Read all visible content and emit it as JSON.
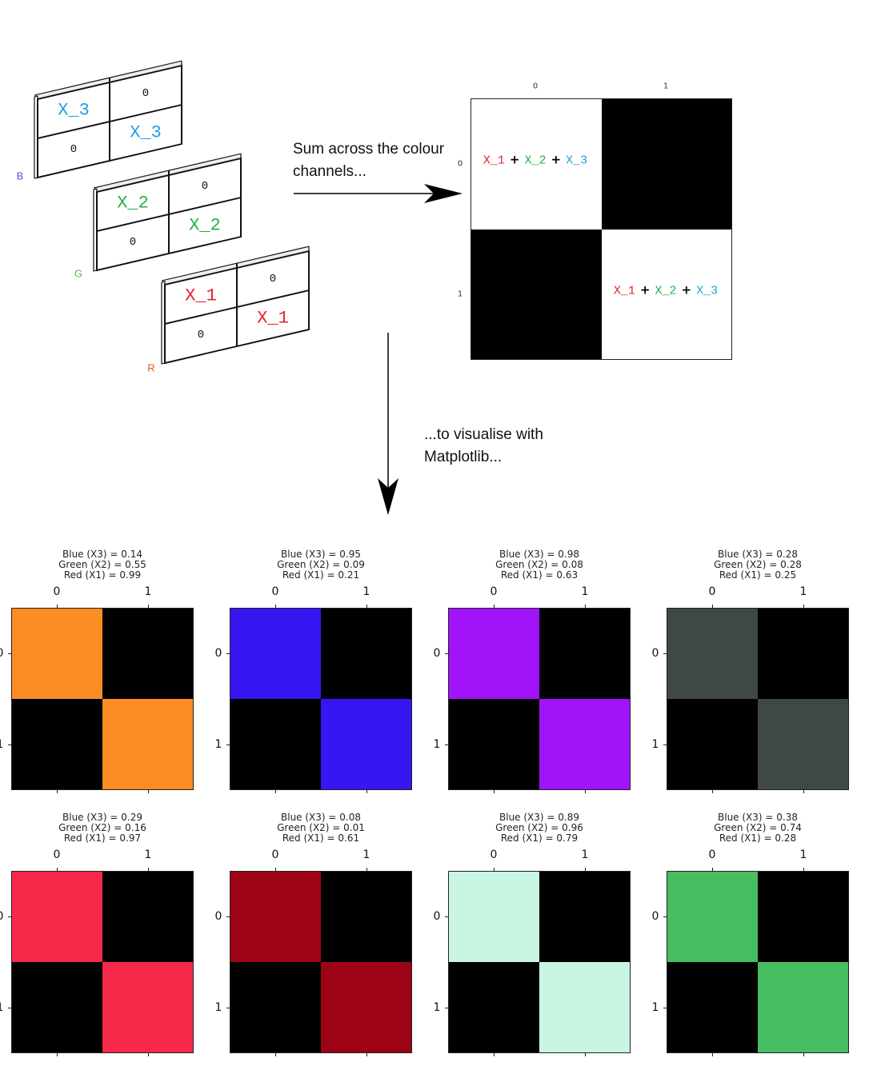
{
  "channels": {
    "blue": {
      "label": "B",
      "symbol": "X_3",
      "zero": "0",
      "color": "#1aa3e0",
      "label_color": "#5a4fe0"
    },
    "green": {
      "label": "G",
      "symbol": "X_2",
      "zero": "0",
      "color": "#22b04a",
      "label_color": "#4cbb4c"
    },
    "red": {
      "label": "R",
      "symbol": "X_1",
      "zero": "0",
      "color": "#e8202a",
      "label_color": "#e8502a"
    }
  },
  "sum_caption": {
    "line1": "Sum across the colour",
    "line2": "channels..."
  },
  "visualise_caption": {
    "line1": "...to visualise with",
    "line2": "Matplotlib..."
  },
  "sum_matrix": {
    "x_ticks": [
      "0",
      "1"
    ],
    "y_ticks": [
      "0",
      "1"
    ],
    "terms": [
      "X_1",
      "+",
      "X_2",
      "+",
      "X_3"
    ]
  },
  "plots": [
    {
      "blue": 0.14,
      "green": 0.55,
      "red": 0.99,
      "title": [
        "Blue (X3) = 0.14",
        "Green (X2) = 0.55",
        "Red (X1) = 0.99"
      ]
    },
    {
      "blue": 0.95,
      "green": 0.09,
      "red": 0.21,
      "title": [
        "Blue (X3) = 0.95",
        "Green (X2) = 0.09",
        "Red (X1) = 0.21"
      ]
    },
    {
      "blue": 0.98,
      "green": 0.08,
      "red": 0.63,
      "title": [
        "Blue (X3) = 0.98",
        "Green (X2) = 0.08",
        "Red (X1) = 0.63"
      ]
    },
    {
      "blue": 0.28,
      "green": 0.28,
      "red": 0.25,
      "title": [
        "Blue (X3) = 0.28",
        "Green (X2) = 0.28",
        "Red (X1) = 0.25"
      ]
    },
    {
      "blue": 0.29,
      "green": 0.16,
      "red": 0.97,
      "title": [
        "Blue (X3) = 0.29",
        "Green (X2) = 0.16",
        "Red (X1) = 0.97"
      ]
    },
    {
      "blue": 0.08,
      "green": 0.01,
      "red": 0.61,
      "title": [
        "Blue (X3) = 0.08",
        "Green (X2) = 0.01",
        "Red (X1) = 0.61"
      ]
    },
    {
      "blue": 0.89,
      "green": 0.96,
      "red": 0.79,
      "title": [
        "Blue (X3) = 0.89",
        "Green (X2) = 0.96",
        "Red (X1) = 0.79"
      ]
    },
    {
      "blue": 0.38,
      "green": 0.74,
      "red": 0.28,
      "title": [
        "Blue (X3) = 0.38",
        "Green (X2) = 0.74",
        "Red (X1) = 0.28"
      ]
    }
  ],
  "plot_ticks": [
    "0",
    "1"
  ]
}
